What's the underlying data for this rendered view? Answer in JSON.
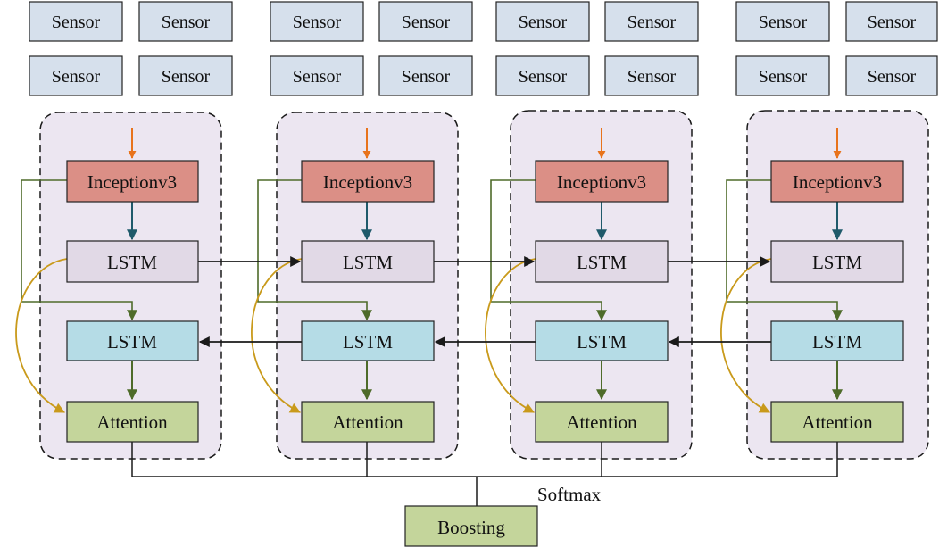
{
  "labels": {
    "sensor": "Sensor",
    "inception": "Inceptionv3",
    "lstm": "LSTM",
    "attention": "Attention",
    "softmax": "Softmax",
    "boosting": "Boosting"
  },
  "structure": {
    "column_count": 4,
    "sensor_grid": "2 rows x 2 per column"
  },
  "colors": {
    "sensor_fill": "#d6e0ec",
    "group_fill": "#ece6f1",
    "inception_fill": "#db8f86",
    "lstm_forward_fill": "#e1d9e6",
    "lstm_backward_fill": "#b5dce6",
    "attention_fill": "#c4d59b",
    "boosting_fill": "#c4d59b",
    "input_arrow": "#e8731c",
    "teal_arrow": "#1f5a6b",
    "green_arrow": "#4e6b2a",
    "skip_curve": "#c99a1b",
    "line_black": "#1a1a1a"
  }
}
